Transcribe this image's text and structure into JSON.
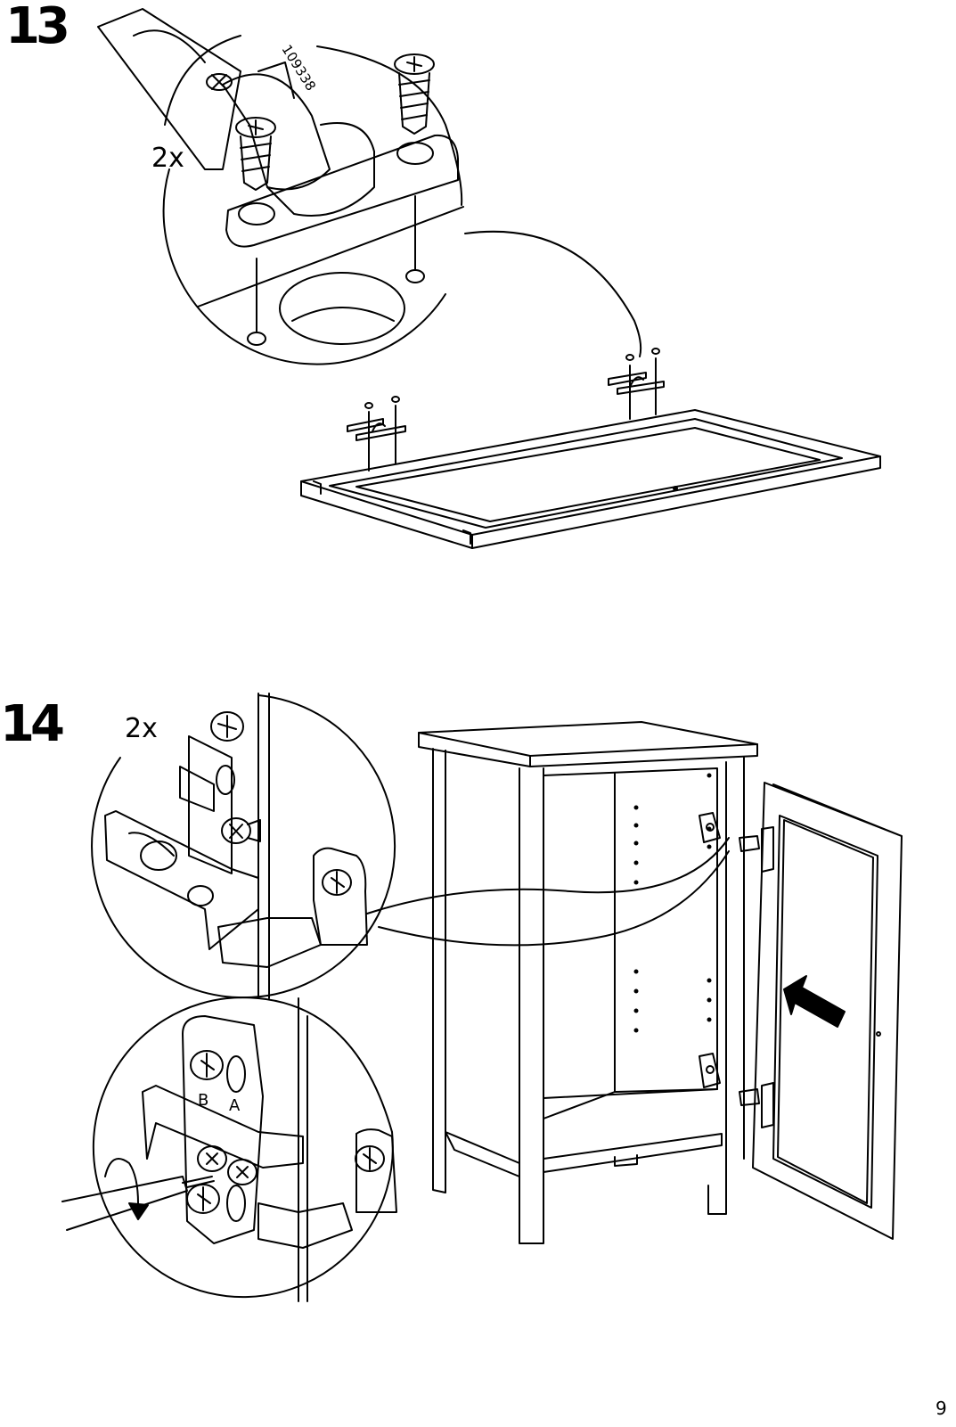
{
  "page": {
    "number": "9"
  },
  "step13": {
    "number": "13",
    "quantity": "2x",
    "part_number": "109338"
  },
  "step14": {
    "number": "14",
    "quantity": "2x",
    "hinge_labels": {
      "b": "B",
      "a": "A"
    }
  },
  "icons": [
    "screw-icon",
    "hinge-icon",
    "screwdriver-icon",
    "rotate-arrow-icon",
    "push-arrow-icon"
  ]
}
